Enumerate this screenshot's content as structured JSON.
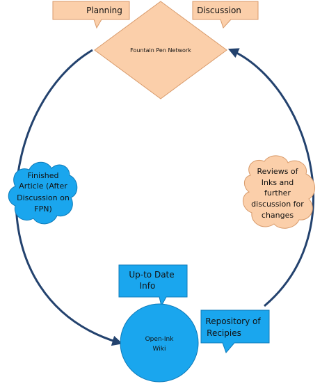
{
  "colors": {
    "peach": "#fbcfaa",
    "peach_stroke": "#d89a6a",
    "blue": "#1aa6ee",
    "blue_stroke": "#0e7ab8",
    "arrow": "#23426e"
  },
  "callouts": {
    "planning": "Planning",
    "discussion": "Discussion",
    "up_to_date_line1": "Up-to Date",
    "up_to_date_line2": "Info",
    "repository_line1": "Repository of",
    "repository_line2": "Recipies"
  },
  "nodes": {
    "fpn": "Fountain Pen Network",
    "wiki_line1": "Open-Ink",
    "wiki_line2": "Wiki"
  },
  "clouds": {
    "finished": [
      "Finished",
      "Article (After",
      "Discussion on",
      "FPN)"
    ],
    "reviews": [
      "Reviews of",
      "Inks and",
      "further",
      "discussion for",
      "changes"
    ]
  }
}
